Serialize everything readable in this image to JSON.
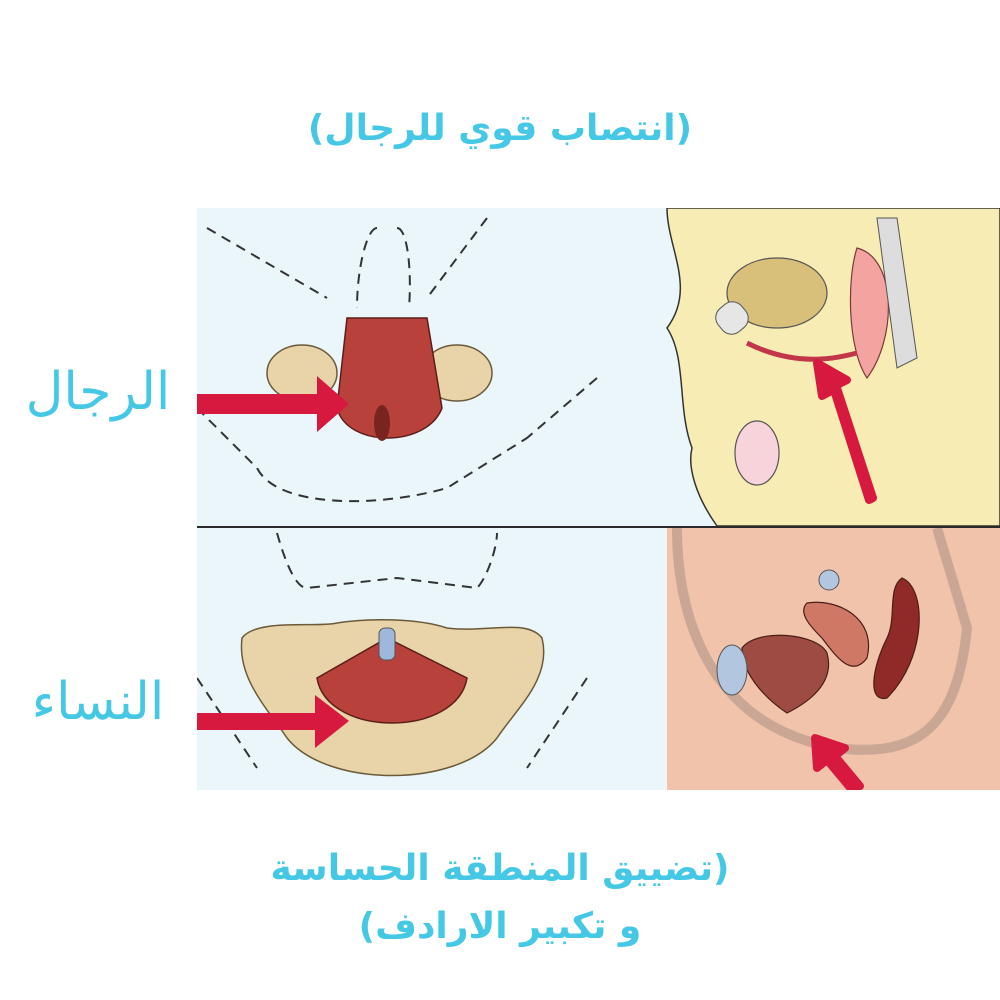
{
  "header": {
    "title": "(انتصاب قوي للرجال)"
  },
  "labels": {
    "men": "الرجال",
    "women": "النساء"
  },
  "footer": {
    "line1": "(تضييق المنطقة الحساسة",
    "line2": "و تكبير الارادف)"
  },
  "illustration": {
    "panels": [
      {
        "name": "male-pelvic-floor-front-view",
        "row": "top",
        "side": "left"
      },
      {
        "name": "male-pelvis-side-section",
        "row": "top",
        "side": "right"
      },
      {
        "name": "female-pelvic-floor-front-view",
        "row": "bottom",
        "side": "left"
      },
      {
        "name": "female-pelvis-side-section",
        "row": "bottom",
        "side": "right"
      }
    ],
    "arrow_color": "#d7193f",
    "muscle_color": "#b8413c",
    "bone_color": "#e9d3a8",
    "skin_male_color": "#f7ecb4",
    "skin_female_color": "#f1c3aa",
    "background_color": "#eaf6fa"
  },
  "colors": {
    "text_accent": "#45c8e6"
  }
}
